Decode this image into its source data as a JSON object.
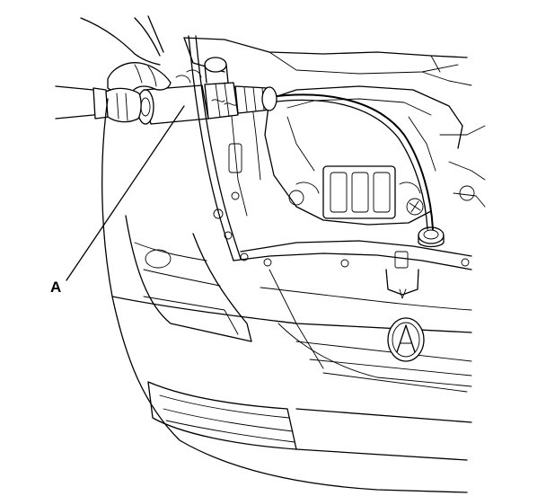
{
  "diagram": {
    "callouts": [
      {
        "id": "A",
        "text": "A"
      }
    ],
    "emblem": "acura-logo"
  }
}
